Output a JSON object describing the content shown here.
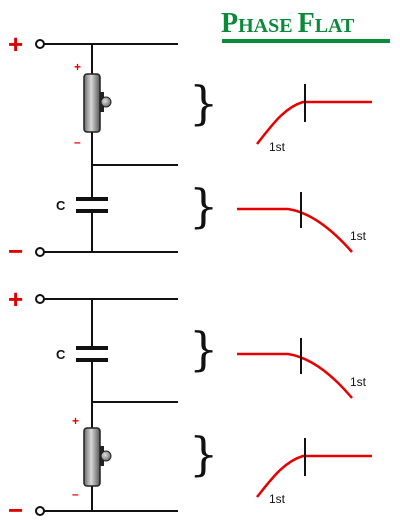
{
  "title": {
    "text": "Phase Flat",
    "color": "#0a8a3a"
  },
  "terminals": {
    "plus": "+",
    "minus": "−"
  },
  "driver_polarity": {
    "plus": "+",
    "minus": "–"
  },
  "capacitor_label": "C",
  "filter_slope_label": "1st",
  "colors": {
    "curve": "#e60000",
    "polarity": "#e00000",
    "wire": "#111111"
  },
  "circuits": [
    {
      "order": [
        "driver",
        "capacitor"
      ],
      "responses": [
        "high-pass",
        "low-pass"
      ]
    },
    {
      "order": [
        "capacitor",
        "driver"
      ],
      "responses": [
        "low-pass",
        "high-pass"
      ]
    }
  ]
}
